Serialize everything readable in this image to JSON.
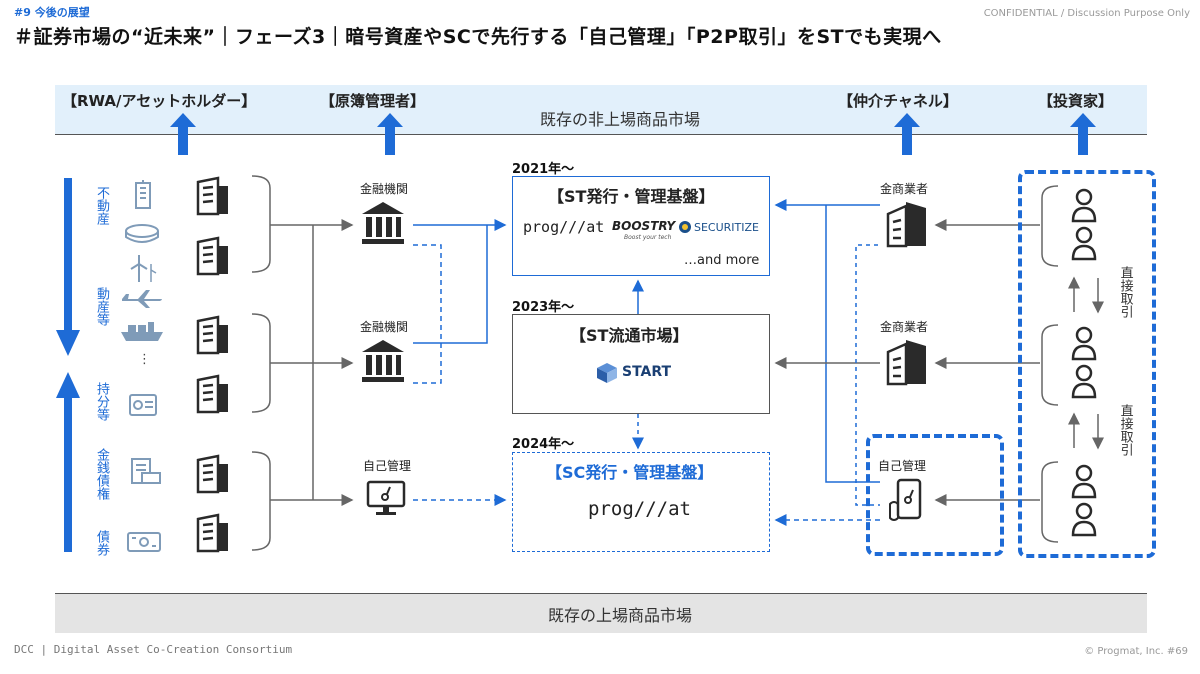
{
  "header": {
    "section": "#9  今後の展望",
    "confidential": "CONFIDENTIAL / Discussion Purpose Only",
    "title": "＃証券市場の“近未来”｜フェーズ3｜暗号資産やSCで先行する「自己管理」「P2P取引」をSTでも実現へ"
  },
  "bands": {
    "top": "既存の非上場商品市場",
    "bottom": "既存の上場商品市場"
  },
  "roles": {
    "holder": "【RWA/アセットホルダー】",
    "registry": "【原簿管理者】",
    "channel": "【仲介チャネル】",
    "investor": "【投資家】"
  },
  "asset_categories": {
    "real_estate": "不動産",
    "movable": "動産等",
    "equity": "持分等",
    "receivables": "金銭債権",
    "bonds": "債券",
    "ellipsis": "⋮"
  },
  "registry_nodes": {
    "bank1": "金融機関",
    "bank2": "金融機関",
    "self": "自己管理"
  },
  "platforms": {
    "st_issuance": {
      "year": "2021年～",
      "title": "【ST発行・管理基盤】",
      "logos": [
        "prog///at",
        "BOOSTRY",
        "SECURITIZE"
      ],
      "boostry_sub": "Boost your tech",
      "more": "…and more"
    },
    "st_market": {
      "year": "2023年～",
      "title": "【ST流通市場】",
      "logo": "START"
    },
    "sc_issuance": {
      "year": "2024年～",
      "title": "【SC発行・管理基盤】",
      "logo": "prog///at"
    }
  },
  "channel_nodes": {
    "broker1": "金商業者",
    "broker2": "金商業者",
    "self": "自己管理"
  },
  "investor": {
    "direct1": "直接取引",
    "direct2": "直接取引"
  },
  "footer": {
    "left": "DCC | Digital Asset Co-Creation Consortium",
    "right": "© Progmat, Inc.   #69"
  },
  "colors": {
    "accent": "#1e6bd6",
    "band_top": "#e2f0fb",
    "band_bottom": "#e4e4e4",
    "line_gray": "#666666"
  }
}
